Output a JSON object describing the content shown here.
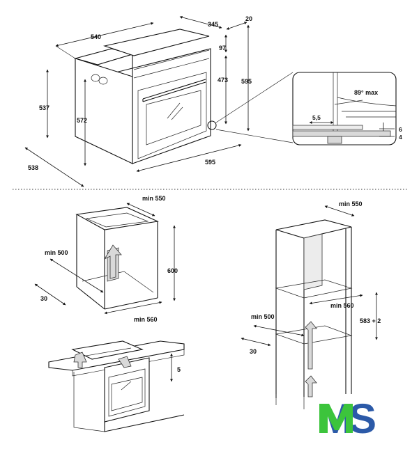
{
  "diagram": {
    "top": {
      "dim_540": "540",
      "dim_345": "345",
      "dim_20": "20",
      "dim_97": "97",
      "dim_473": "473",
      "dim_595_right": "595",
      "dim_537": "537",
      "dim_572": "572",
      "dim_538": "538",
      "dim_595_bottom": "595",
      "detail_angle": "89° max",
      "detail_5_5": "5,5",
      "detail_6": "6",
      "detail_4": "4"
    },
    "under_counter": {
      "min_550": "min 550",
      "min_500": "min 500",
      "dim_600": "600",
      "dim_30": "30",
      "min_560": "min 560"
    },
    "column": {
      "min_550": "min 550",
      "min_560": "min 560",
      "dim_583": "583 + 2",
      "min_500": "min 500",
      "dim_30": "30"
    },
    "worktop": {
      "dim_5": "5"
    },
    "logo": {
      "letters": "MS",
      "colors": {
        "m": "#3cc43c",
        "s": "#2c5aa8"
      }
    }
  }
}
